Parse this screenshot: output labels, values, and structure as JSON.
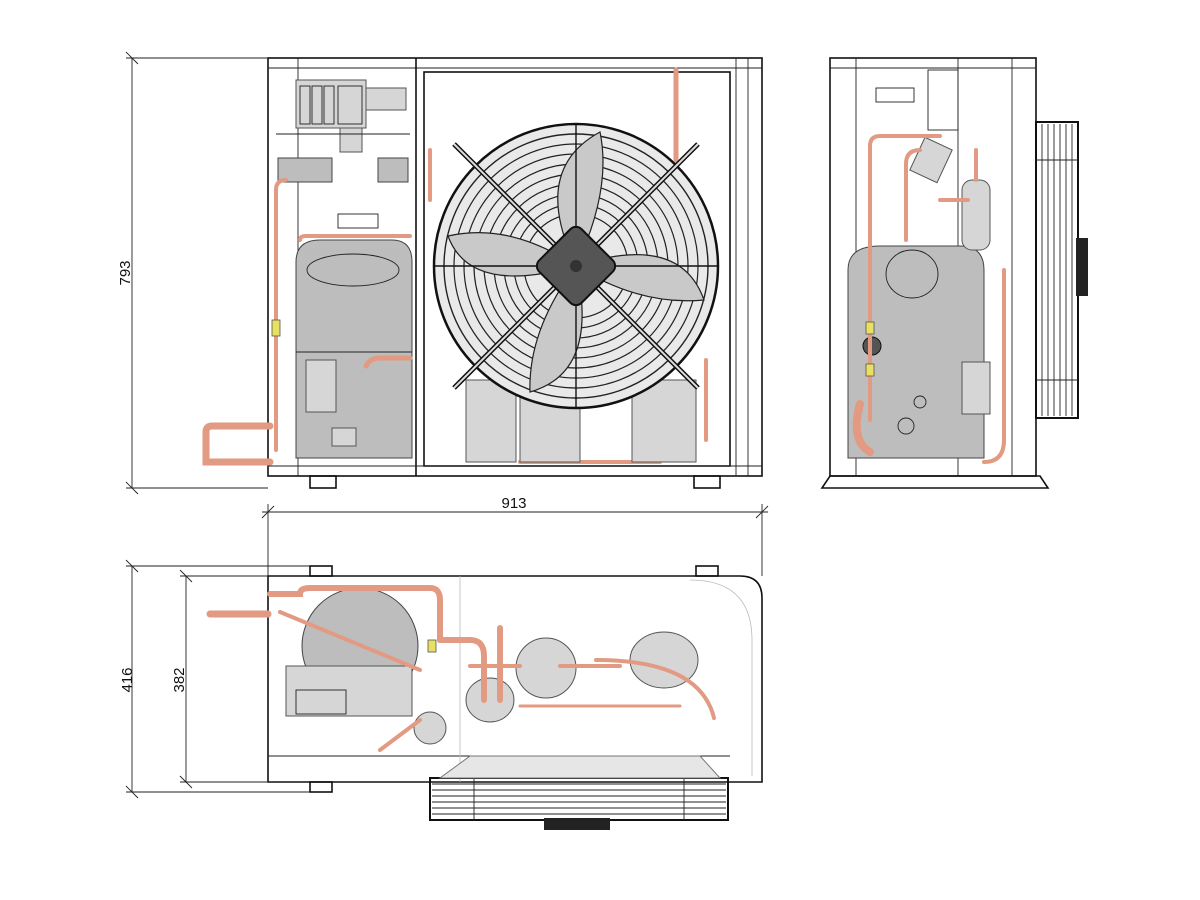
{
  "dimensions": {
    "height": "793",
    "width": "913",
    "depth_overall": "416",
    "depth_body": "382"
  },
  "colors": {
    "copper_pipe": "#e29a82",
    "copper_pipe_edge": "#b8664d",
    "compressor": "#bdbdbd",
    "fan_grille": "#222222",
    "valve_accent": "#e8e060"
  }
}
